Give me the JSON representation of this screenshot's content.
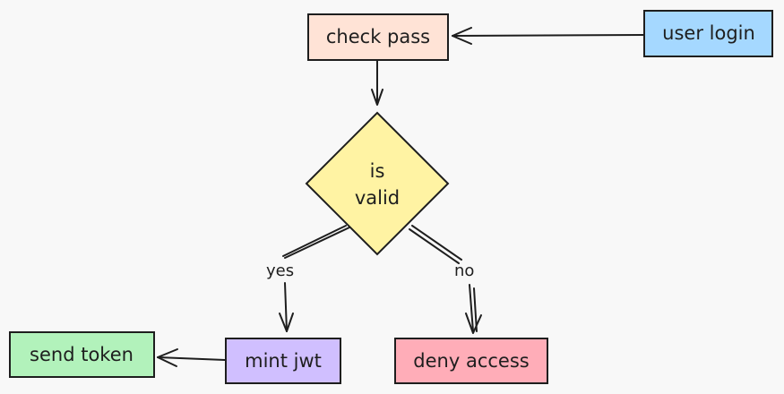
{
  "nodes": {
    "check_pass": {
      "label": "check pass",
      "color": "#ffe3d6"
    },
    "user_login": {
      "label": "user login",
      "color": "#a5d8ff"
    },
    "is_valid": {
      "label_line1": "is",
      "label_line2": "valid",
      "color": "#fff3a3"
    },
    "mint_jwt": {
      "label": "mint jwt",
      "color": "#d0bfff"
    },
    "deny_access": {
      "label": "deny access",
      "color": "#ffadb8"
    },
    "send_token": {
      "label": "send token",
      "color": "#b2f2bb"
    }
  },
  "edges": {
    "yes_label": "yes",
    "no_label": "no"
  }
}
